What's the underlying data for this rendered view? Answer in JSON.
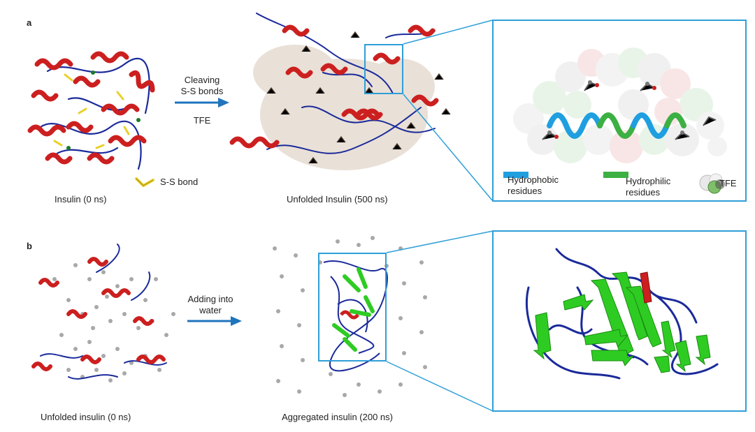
{
  "panels": {
    "a": {
      "letter": "a",
      "insulin_caption": "Insulin (0 ns)",
      "arrow_line1": "Cleaving",
      "arrow_line2": "S-S bonds",
      "arrow_line3": "TFE",
      "ss_bond_label": "S-S bond",
      "unfolded_caption": "Unfolded  Insulin (500 ns)",
      "legend": {
        "hydrophobic_line1": "Hydrophobic",
        "hydrophobic_line2": "residues",
        "hydrophilic_line1": "Hydrophilic",
        "hydrophilic_line2": "residues",
        "tfe_label": "TFE",
        "hydrophobic_color": "#1f9fe0",
        "hydrophilic_color": "#3cb043"
      }
    },
    "b": {
      "letter": "b",
      "unfolded_caption": "Unfolded insulin (0 ns)",
      "arrow_line1": "Adding into",
      "arrow_line2": "water",
      "aggregated_caption": "Aggregated insulin (200 ns)"
    }
  },
  "colors": {
    "accent_box": "#2f9fd8",
    "arrow": "#1f74bd",
    "helix_red": "#cc1f1f",
    "coil_blue": "#1a2a9a",
    "sheet_green": "#2ecc23",
    "ss_yellow": "#e8d02a",
    "tfe_grey": "#9a9a9a"
  }
}
